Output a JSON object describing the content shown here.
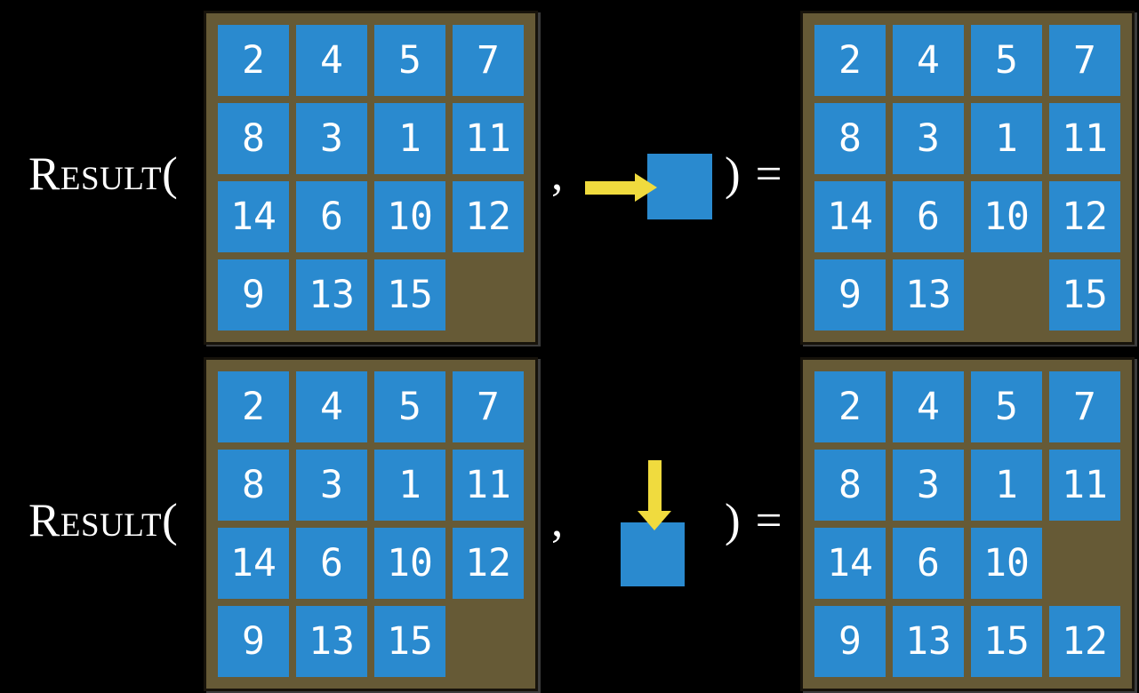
{
  "equation": {
    "function_name": "Result",
    "open_paren": "(",
    "comma": ",",
    "close_paren": ")",
    "equals": "="
  },
  "colors": {
    "background": "#000000",
    "tile_blue": "#2A8ACF",
    "frame_brown": "#665A36",
    "frame_border": "#17130B",
    "arrow_yellow": "#F0DB3E",
    "text_white": "#FFFFFF"
  },
  "icons": {
    "row1_move": "arrow-right-icon",
    "row2_move": "arrow-down-icon"
  },
  "examples": [
    {
      "move": "right",
      "input_grid": [
        [
          "2",
          "4",
          "5",
          "7"
        ],
        [
          "8",
          "3",
          "1",
          "11"
        ],
        [
          "14",
          "6",
          "10",
          "12"
        ],
        [
          "9",
          "13",
          "15",
          ""
        ]
      ],
      "result_grid": [
        [
          "2",
          "4",
          "5",
          "7"
        ],
        [
          "8",
          "3",
          "1",
          "11"
        ],
        [
          "14",
          "6",
          "10",
          "12"
        ],
        [
          "9",
          "13",
          "",
          "15"
        ]
      ]
    },
    {
      "move": "down",
      "input_grid": [
        [
          "2",
          "4",
          "5",
          "7"
        ],
        [
          "8",
          "3",
          "1",
          "11"
        ],
        [
          "14",
          "6",
          "10",
          "12"
        ],
        [
          "9",
          "13",
          "15",
          ""
        ]
      ],
      "result_grid": [
        [
          "2",
          "4",
          "5",
          "7"
        ],
        [
          "8",
          "3",
          "1",
          "11"
        ],
        [
          "14",
          "6",
          "10",
          ""
        ],
        [
          "9",
          "13",
          "15",
          "12"
        ]
      ]
    }
  ]
}
